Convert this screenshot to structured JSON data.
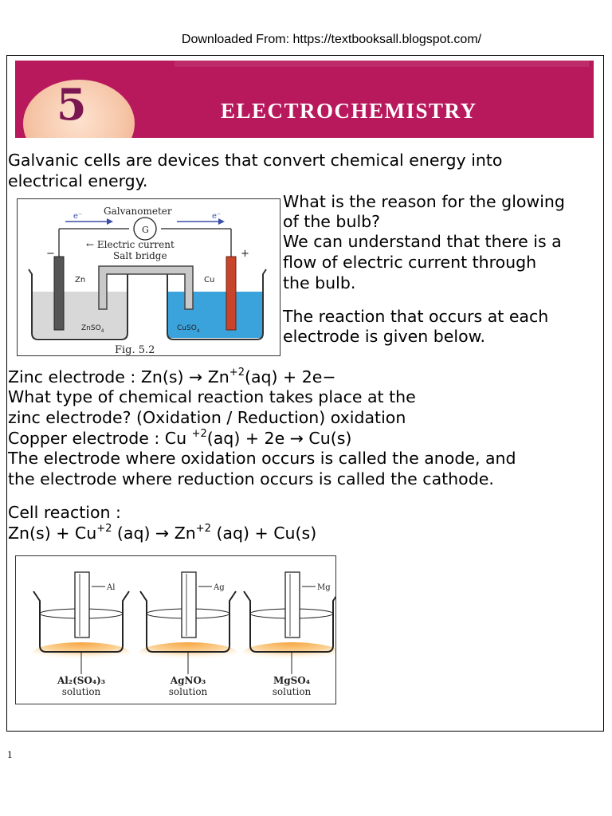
{
  "header": {
    "download_text": "Downloaded From: https://textbooksall.blogspot.com/"
  },
  "banner": {
    "chapter_number": "5",
    "title": "ELECTROCHEMISTRY"
  },
  "intro": {
    "line1": "Galvanic cells are devices that convert chemical energy into",
    "line2": "electrical energy."
  },
  "figure1": {
    "galvanometer_label": "Galvanometer",
    "g_label": "G",
    "electron_left": "e⁻",
    "electron_right": "e⁻",
    "current_label": "← Electric current",
    "salt_bridge_label": "Salt bridge",
    "minus_sign": "−",
    "plus_sign": "+",
    "zn_label": "Zn",
    "cu_label": "Cu",
    "znso4_label": "ZnSO",
    "znso4_sub": "4",
    "cuso4_label": "CuSO",
    "cuso4_sub": "4",
    "caption": "Fig. 5.2",
    "colors": {
      "solution_left": "#d8d8d8",
      "solution_right": "#3ba3dc",
      "zinc_rod": "#555555",
      "copper_rod": "#c8452c"
    }
  },
  "side_text": {
    "q_line1": "What is the reason for the glowing",
    "q_line2": "of the bulb?",
    "a_line1": "We can understand that there is a",
    "a_line2": "flow of electric current through",
    "a_line3": "the bulb.",
    "r_line1": "The reaction that occurs at each",
    "r_line2": "electrode is given below."
  },
  "body": {
    "zinc_prefix": "Zinc electrode : Zn(s) → Zn",
    "zinc_sup": "+2",
    "zinc_suffix": "(aq) + 2e−",
    "question_line1": "What type of chemical reaction takes place at the",
    "question_line2": "zinc electrode? (Oxidation / Reduction) oxidation",
    "copper_prefix": "Copper electrode : Cu ",
    "copper_sup": "+2",
    "copper_suffix": "(aq) + 2e → Cu(s)",
    "def_line1": "The electrode where oxidation occurs is called the anode, and",
    "def_line2": "the electrode where reduction occurs is called the cathode.",
    "cell_reaction_label": "Cell reaction :",
    "cell_part1": "Zn(s) + Cu",
    "cell_sup1": "+2",
    "cell_part2": " (aq) → Zn",
    "cell_sup2": "+2",
    "cell_part3": " (aq) + Cu(s)"
  },
  "figure2": {
    "beakers": [
      {
        "metal": "Al",
        "solution_formula": "Al₂(SO₄)₃",
        "solution_word": "solution"
      },
      {
        "metal": "Ag",
        "solution_formula": "AgNO₃",
        "solution_word": "solution"
      },
      {
        "metal": "Mg",
        "solution_formula": "MgSO₄",
        "solution_word": "solution"
      }
    ],
    "colors": {
      "flame": "#f7a540"
    }
  },
  "footer": {
    "page_number": "1"
  }
}
